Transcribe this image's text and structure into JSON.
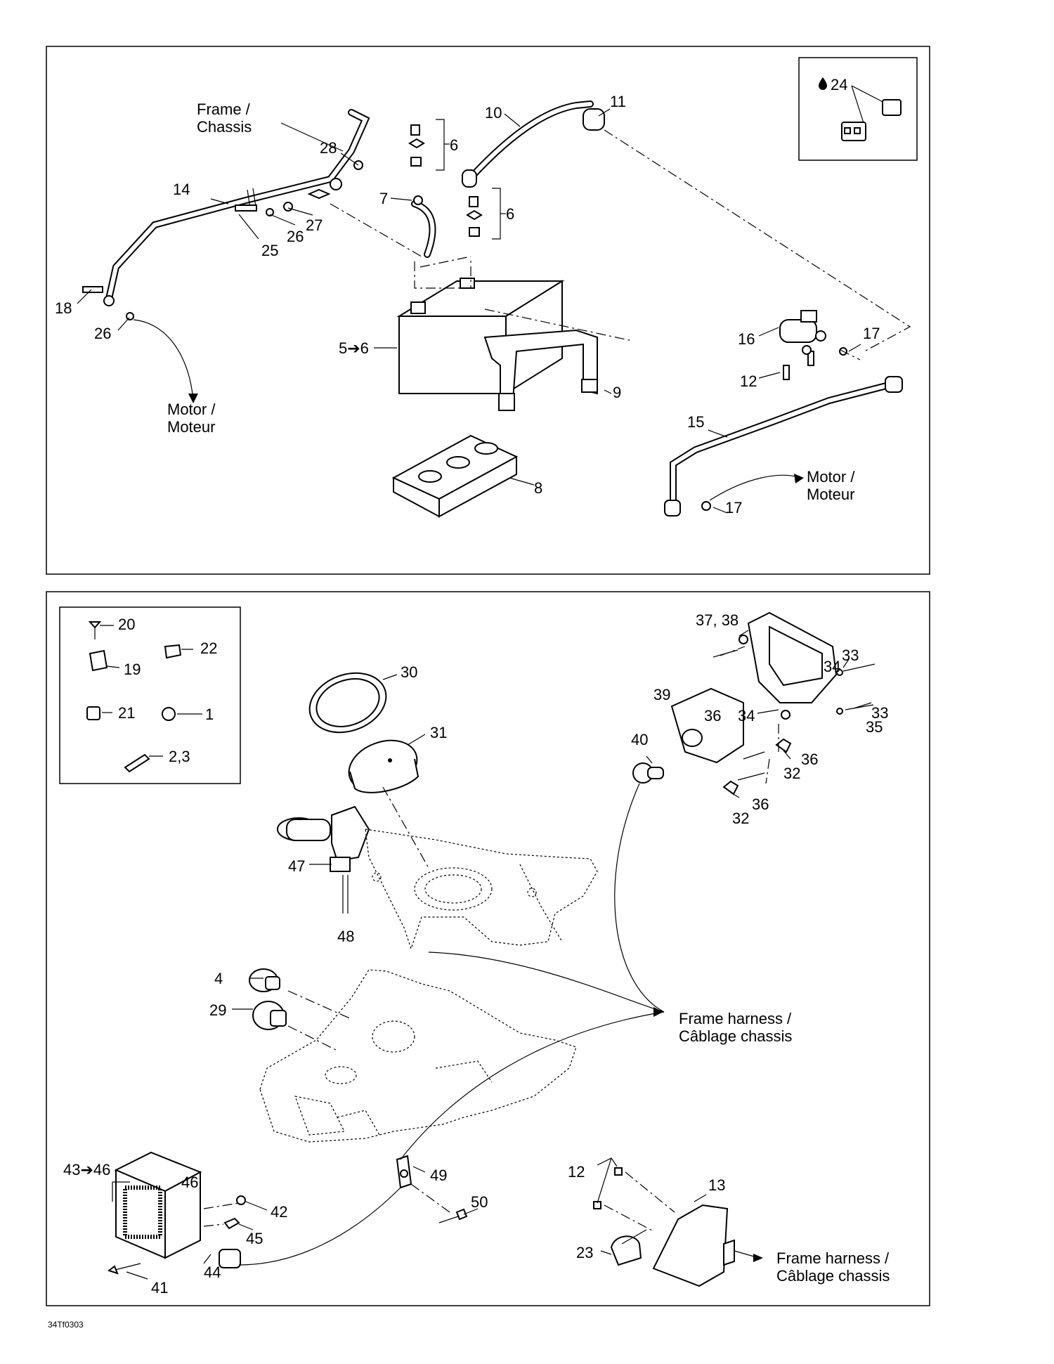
{
  "top_panel": {
    "callouts": {
      "c14": "14",
      "c18": "18",
      "c26a": "26",
      "c25": "25",
      "c26b": "26",
      "c27": "27",
      "c28": "28",
      "c6a": "6",
      "c6b": "6",
      "c7": "7",
      "c10": "10",
      "c11": "11",
      "c5_6": "5➔6",
      "c9": "9",
      "c8": "8",
      "c16": "16",
      "c12": "12",
      "c17a": "17",
      "c15": "15",
      "c17b": "17",
      "c24": "24"
    },
    "frame_chassis": {
      "line1": "Frame /",
      "line2": "Chassis"
    },
    "motor_left": {
      "line1": "Motor /",
      "line2": "Moteur"
    },
    "motor_right": {
      "line1": "Motor /",
      "line2": "Moteur"
    }
  },
  "bottom_panel": {
    "inset_callouts": {
      "c20": "20",
      "c19": "19",
      "c22": "22",
      "c21": "21",
      "c1": "1",
      "c2_3": "2,3"
    },
    "callouts": {
      "c30": "30",
      "c31": "31",
      "c47": "47",
      "c48": "48",
      "c4": "4",
      "c29": "29",
      "c37_38": "37, 38",
      "c33a": "33",
      "c34a": "34",
      "c36a": "36",
      "c34b": "34",
      "c39": "39",
      "c33b": "33",
      "c35": "35",
      "c40": "40",
      "c36b": "36",
      "c32a": "32",
      "c36c": "36",
      "c32b": "32",
      "c43_46": "43➔46",
      "c46": "46",
      "c42": "42",
      "c45": "45",
      "c44": "44",
      "c41": "41",
      "c49": "49",
      "c50": "50",
      "c12": "12",
      "c13": "13",
      "c23": "23"
    },
    "frame_harness_mid": {
      "line1": "Frame harness /",
      "line2": "Câblage chassis"
    },
    "frame_harness_bottom": {
      "line1": "Frame harness /",
      "line2": "Câblage chassis"
    }
  },
  "footer": {
    "code": "34Tf0303"
  }
}
